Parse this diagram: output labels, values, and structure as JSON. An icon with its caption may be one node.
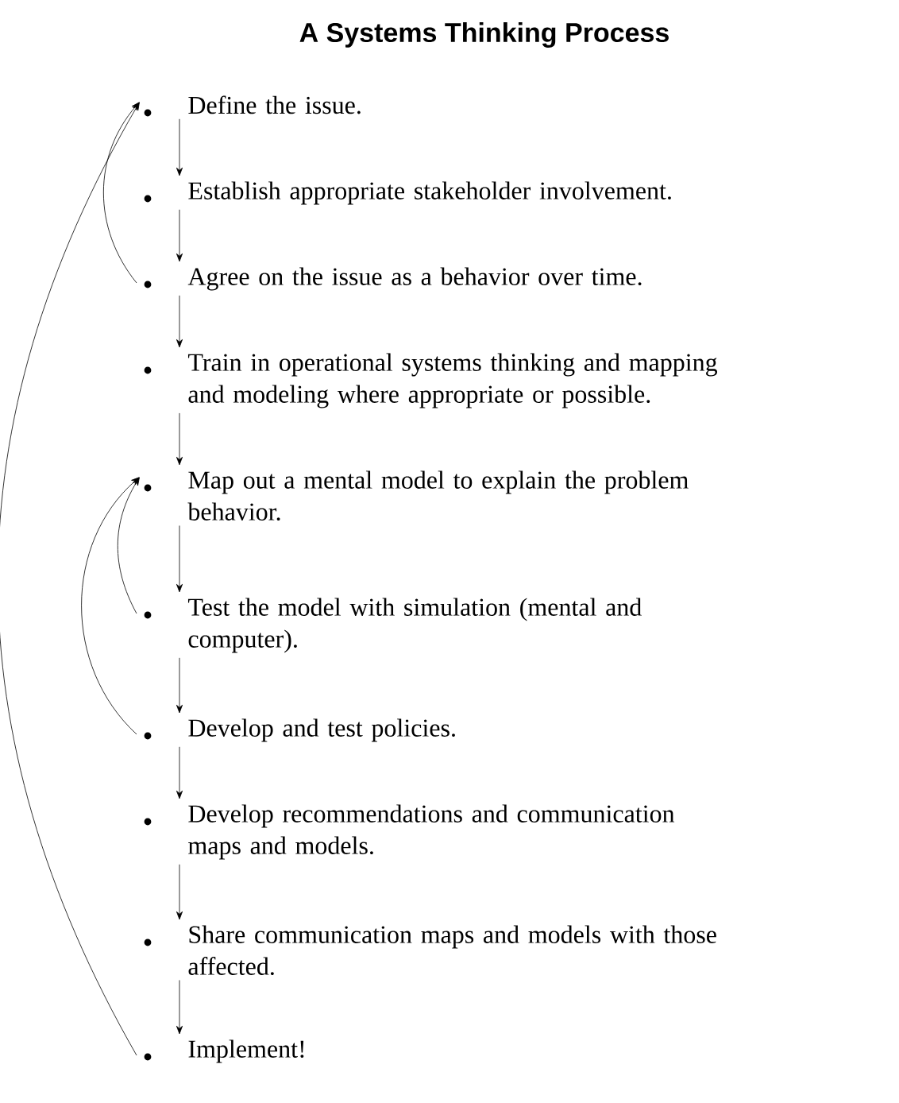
{
  "diagram": {
    "title": "A Systems Thinking Process",
    "nodes": [
      {
        "text": [
          "Define the issue."
        ]
      },
      {
        "text": [
          "Establish appropriate stakeholder involvement."
        ]
      },
      {
        "text": [
          "Agree on the issue as a behavior over time."
        ]
      },
      {
        "text": [
          "Train in operational systems thinking and mapping and modeling where appropriate or possible."
        ]
      },
      {
        "text": [
          "Map out a mental model to explain the problem behavior."
        ]
      },
      {
        "text": [
          "Test the model with simulation (mental and computer)."
        ]
      },
      {
        "text": [
          "Develop and test policies."
        ]
      },
      {
        "text": [
          "Develop recommendations and communication maps and models."
        ]
      },
      {
        "text": [
          "Share communication maps and models with those affected."
        ]
      },
      {
        "text": [
          "Implement!"
        ]
      }
    ],
    "edges": [
      {
        "from": 0,
        "to": 1,
        "arrow": "to"
      },
      {
        "from": 1,
        "to": 2,
        "arrow": "to"
      },
      {
        "from": 2,
        "to": 3,
        "arrow": "to"
      },
      {
        "from": 3,
        "to": 4,
        "arrow": "to"
      },
      {
        "from": 4,
        "to": 5,
        "arrow": "to"
      },
      {
        "from": 5,
        "to": 6,
        "arrow": "to"
      },
      {
        "from": 6,
        "to": 7,
        "arrow": "to"
      },
      {
        "from": 7,
        "to": 8,
        "arrow": "to"
      },
      {
        "from": 8,
        "to": 9,
        "arrow": "to"
      },
      {
        "from": 2,
        "to": 0,
        "arrow": "to"
      },
      {
        "from": 5,
        "to": 4,
        "arrow": "to"
      },
      {
        "from": 6,
        "to": 4,
        "arrow": "to"
      },
      {
        "from": 9,
        "to": 0,
        "arrow": "to"
      }
    ]
  }
}
